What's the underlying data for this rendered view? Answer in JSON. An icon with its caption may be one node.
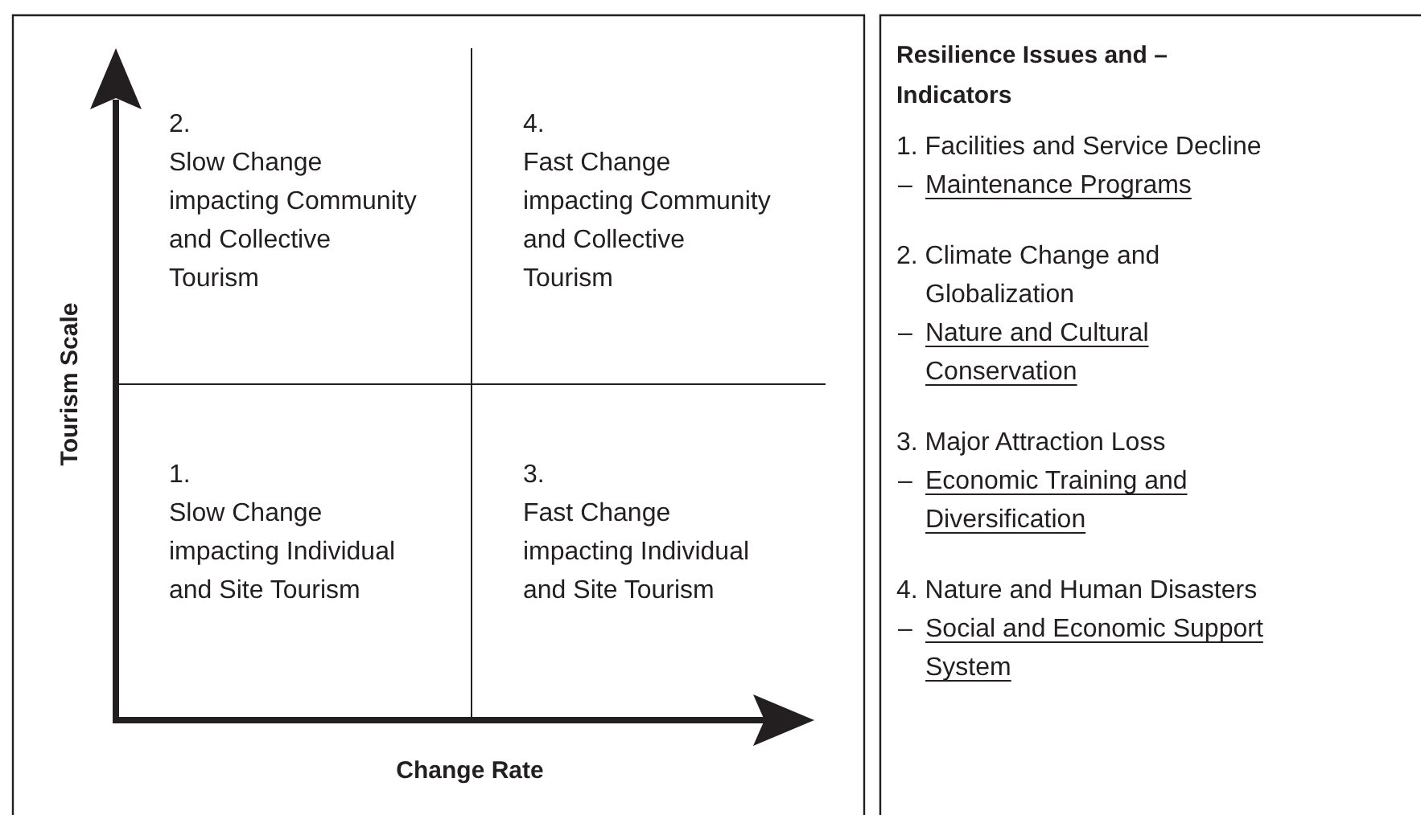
{
  "diagram": {
    "labels": [
      "2.",
      "Slow Change impacting Community and Collective Tourism",
      "4.",
      "Fast Change impacting Community and Collective Tourism",
      "Tourism Scale",
      "1.",
      "Slow Change impacting Individual and Site Tourism",
      "3.",
      "Fast Change impacting Individual and Site Tourism",
      "Change Rate",
      "Resilience Issues and – Indicators",
      "1. Facilities and Service Decline",
      "–",
      "Maintenance Programs",
      "2. Climate Change and Globalization",
      "–",
      "Nature and Cultural Conservation",
      "3. Major Attraction Loss",
      "–",
      "Economic Training and Diversification",
      "4. Nature and Human Disasters",
      "–",
      "Social and Economic Support System"
    ]
  }
}
